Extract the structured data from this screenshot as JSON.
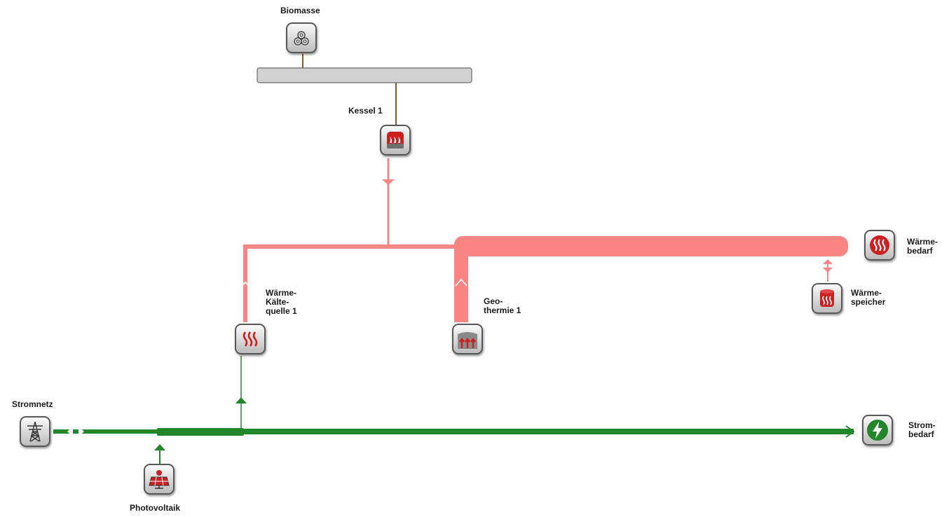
{
  "colors": {
    "heat": "#fb8585",
    "power": "#22862a",
    "fuel": "#8a5a2b",
    "bus": "#d2d2d2"
  },
  "nodes": {
    "biomasse": {
      "label": [
        "Biomasse"
      ],
      "icon": "biomass-logs-icon"
    },
    "kessel": {
      "label": [
        "Kessel 1"
      ],
      "icon": "boiler-flame-icon"
    },
    "waermequelle": {
      "label": [
        "Wärme-",
        "Kälte-",
        "quelle 1"
      ],
      "icon": "heat-waves-icon"
    },
    "geothermie": {
      "label": [
        "Geo-",
        "thermie 1"
      ],
      "icon": "geothermal-arrows-icon"
    },
    "waermebedarf": {
      "label": [
        "Wärme-",
        "bedarf"
      ],
      "icon": "heat-demand-icon"
    },
    "waermespeicher": {
      "label": [
        "Wärme-",
        "speicher"
      ],
      "icon": "heat-storage-tank-icon"
    },
    "stromnetz": {
      "label": [
        "Stromnetz"
      ],
      "icon": "power-pylon-icon"
    },
    "photovoltaik": {
      "label": [
        "Photovoltaik"
      ],
      "icon": "solar-panel-icon"
    },
    "strombedarf": {
      "label": [
        "Strom-",
        "bedarf"
      ],
      "icon": "lightning-icon"
    }
  }
}
